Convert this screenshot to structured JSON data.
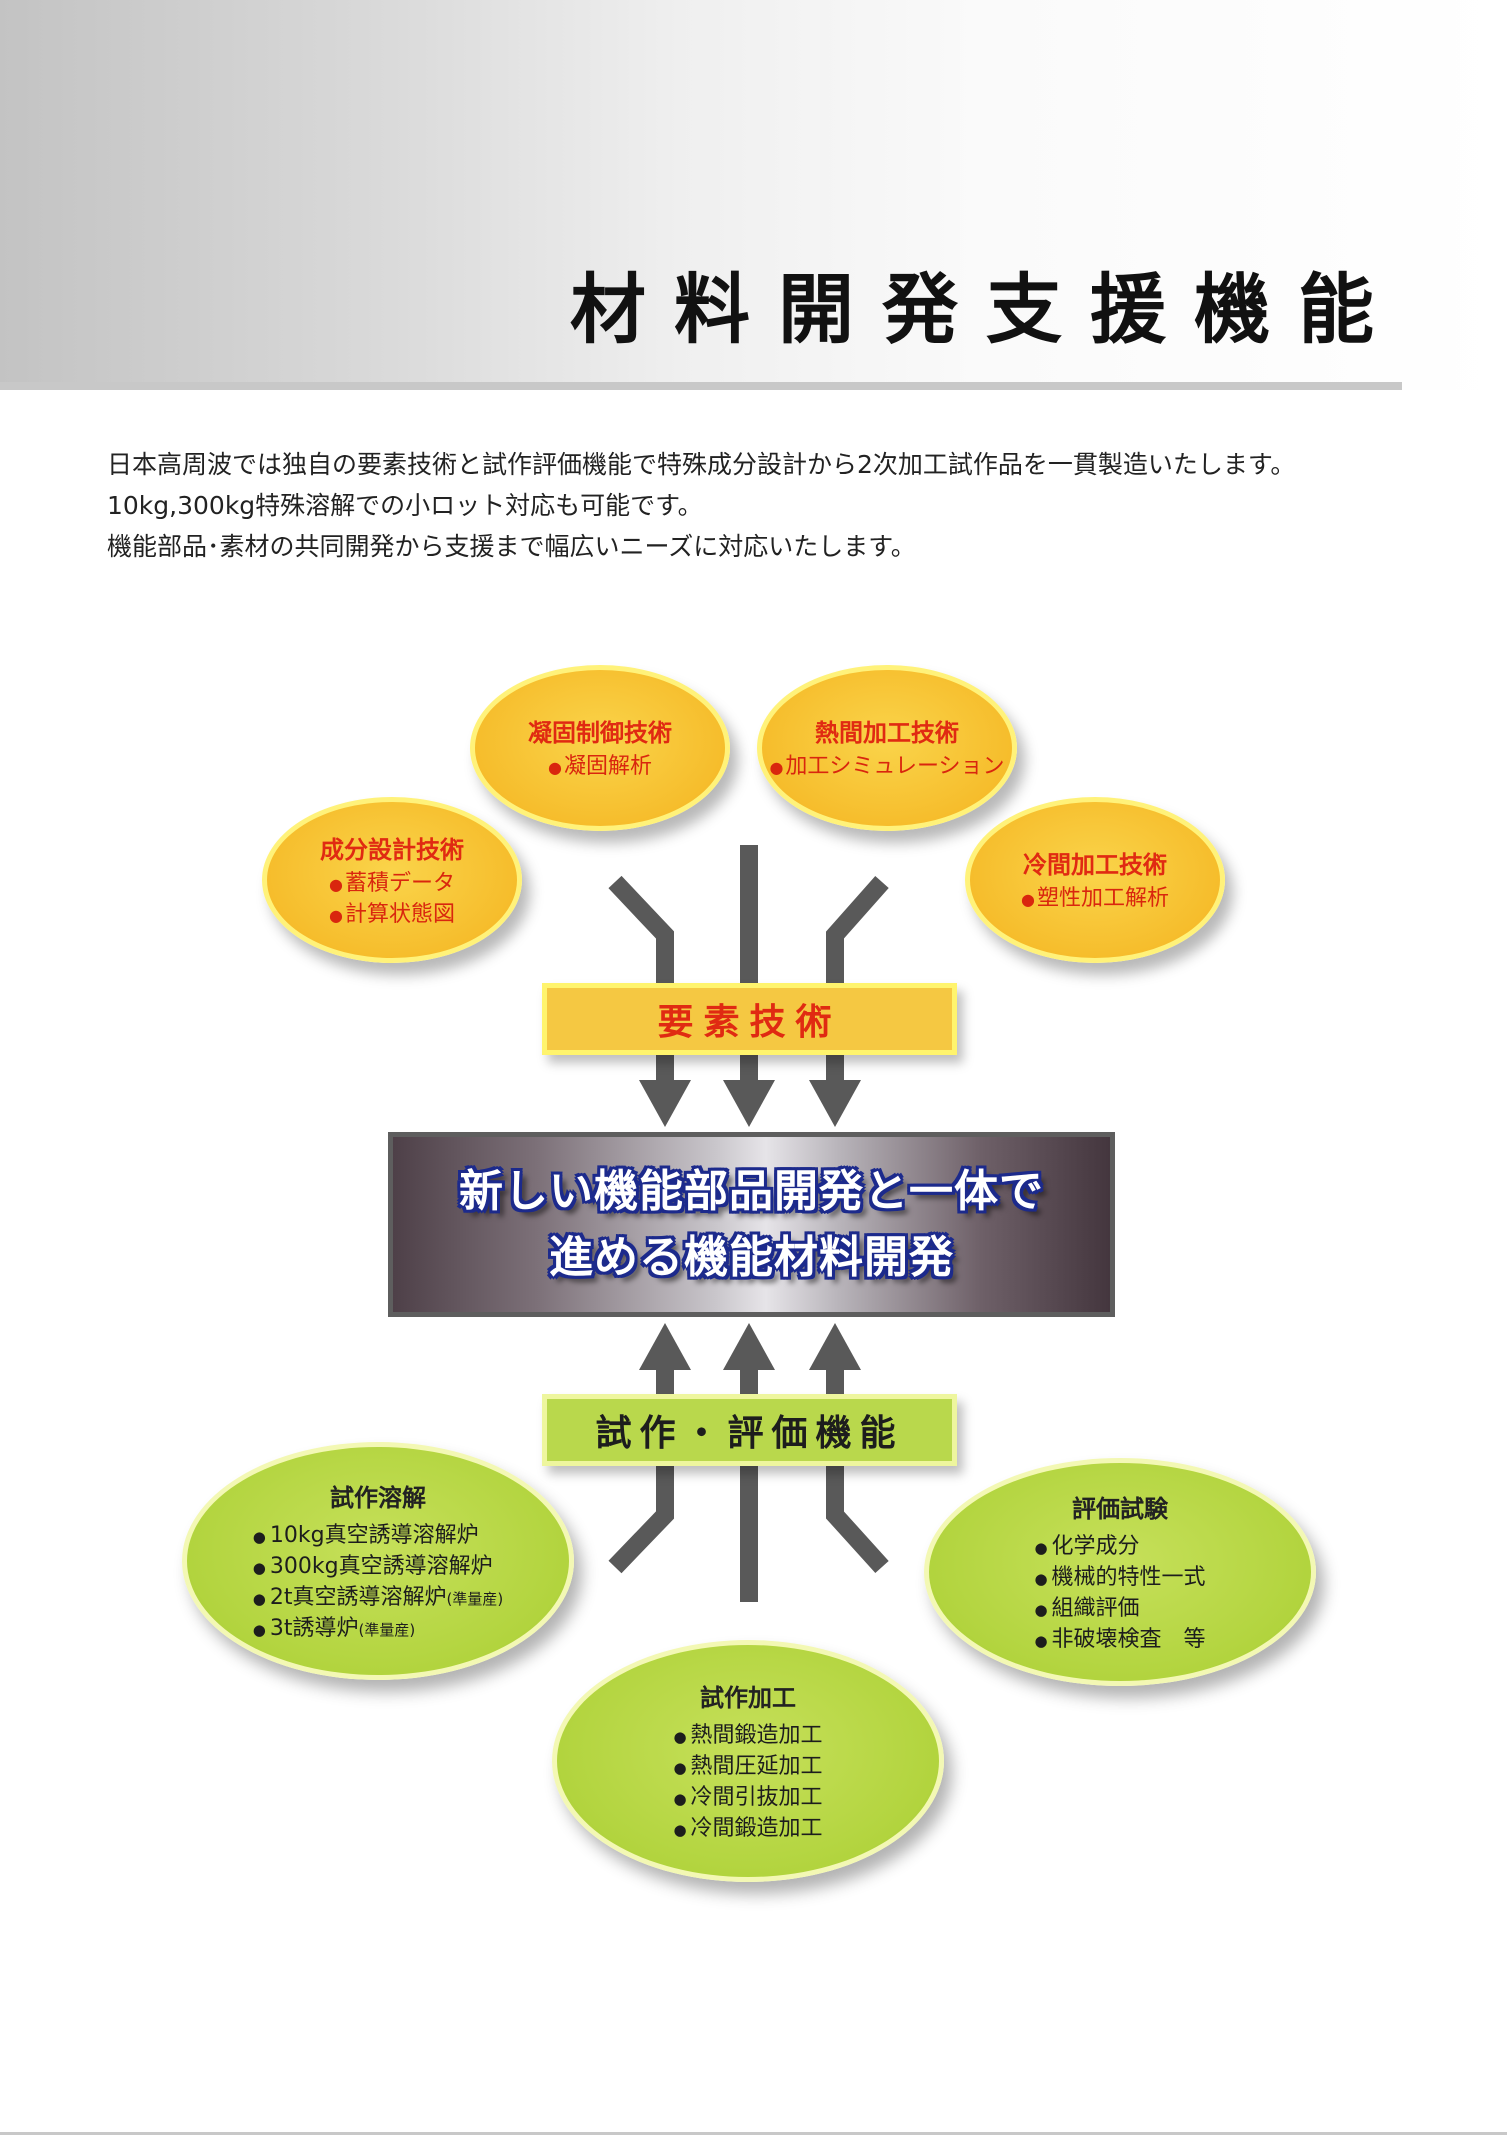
{
  "title": "材料開発支援機能",
  "intro": [
    "日本高周波では独自の要素技術と試作評価機能で特殊成分設計から2次加工試作品を一貫製造いたします。",
    "10kg,300kg特殊溶解での小ロット対応も可能です。",
    "機能部品･素材の共同開発から支援まで幅広いニーズに対応いたします。"
  ],
  "bullet": "●",
  "element_tech": {
    "label": "要素技術",
    "ovals": [
      {
        "title": "凝固制御技術",
        "items": [
          "凝固解析"
        ]
      },
      {
        "title": "熱間加工技術",
        "items": [
          "加工シミュレーション"
        ]
      },
      {
        "title": "成分設計技術",
        "items": [
          "蓄積データ",
          "計算状態図"
        ]
      },
      {
        "title": "冷間加工技術",
        "items": [
          "塑性加工解析"
        ]
      }
    ]
  },
  "center": {
    "line1": "新しい機能部品開発と一体で",
    "line2": "進める機能材料開発"
  },
  "prototype_eval": {
    "label": "試作・評価機能",
    "melting": {
      "title": "試作溶解",
      "items": [
        {
          "text": "10kg真空誘導溶解炉",
          "note": ""
        },
        {
          "text": "300kg真空誘導溶解炉",
          "note": ""
        },
        {
          "text": "2t真空誘導溶解炉",
          "note": "(準量産)"
        },
        {
          "text": "3t誘導炉",
          "note": "(準量産)"
        }
      ]
    },
    "evaluation": {
      "title": "評価試験",
      "items": [
        "化学成分",
        "機械的特性一式",
        "組織評価",
        "非破壊検査　等"
      ]
    },
    "processing": {
      "title": "試作加工",
      "items": [
        "熱間鍛造加工",
        "熱間圧延加工",
        "冷間引抜加工",
        "冷間鍛造加工"
      ]
    }
  },
  "colors": {
    "orange_fill": "#f6bd2c",
    "orange_text": "#e02a12",
    "green_fill": "#b2d43e",
    "arrow": "#595959",
    "center_outline": "#1c2a8c"
  }
}
